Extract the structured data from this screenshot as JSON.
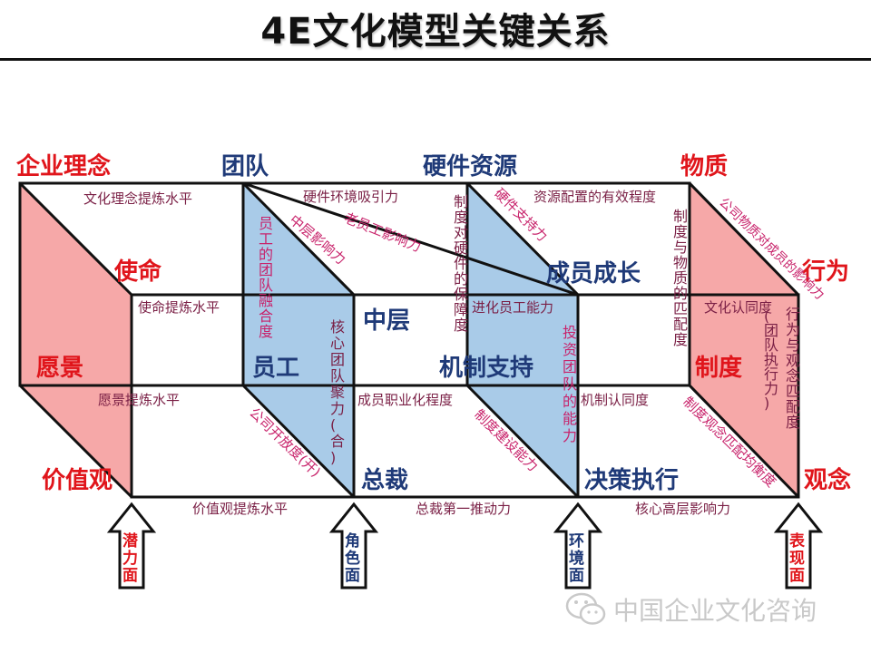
{
  "title": "4E文化模型关键关系",
  "corners": {
    "top": [
      "企业理念",
      "团队",
      "硬件资源",
      "物质"
    ],
    "upper": [
      "使命",
      "行为"
    ],
    "middle": [
      "愿景",
      "员工",
      "中层",
      "机制支持",
      "成员成长",
      "制度"
    ],
    "bottom": [
      "价值观",
      "总裁",
      "决策执行",
      "观念"
    ]
  },
  "edge_labels": {
    "top_row": [
      "文化理念提炼水平",
      "硬件环境吸引力",
      "资源配置的有效程度"
    ],
    "mid_row": [
      "使命提炼水平",
      "进化员工能力",
      "文化认同度"
    ],
    "lower_row": [
      "愿景提炼水平",
      "成员职业化程度",
      "机制认同度"
    ],
    "bottom_row": [
      "价值观提炼水平",
      "总裁第一推动力",
      "核心高层影响力"
    ]
  },
  "vertical_labels": {
    "staff_cohesion": "员工的团队融合度",
    "core_team": "核心团队聚力(合)",
    "system_guarantee": "制度对硬件的保障度",
    "invest_team": "投资团队的能力",
    "system_material": "制度与物质的匹配度",
    "behavior_match": "行为与观念匹配度",
    "team_exec": "(团队执行力)"
  },
  "diagonal_labels": {
    "middle_influence": "中层影响力",
    "veteran_influence": "老员工影响力",
    "hardware_support": "硬件支持力",
    "material_identity": "公司物质对成员的影响力",
    "company_openness": "公司开放度(开)",
    "system_building": "制度建设能力",
    "system_concept": "制度观念匹配均衡度"
  },
  "arrows": [
    "潜力面",
    "角色面",
    "环境面",
    "表现面"
  ],
  "watermark": "中国企业文化咨询",
  "colors": {
    "pink": "#f6a8a8",
    "blue": "#a9cbe8",
    "red_text": "#e0151b",
    "navy_text": "#1f3a78",
    "magenta_text": "#c8236b",
    "maroon_text": "#7a1f45"
  }
}
